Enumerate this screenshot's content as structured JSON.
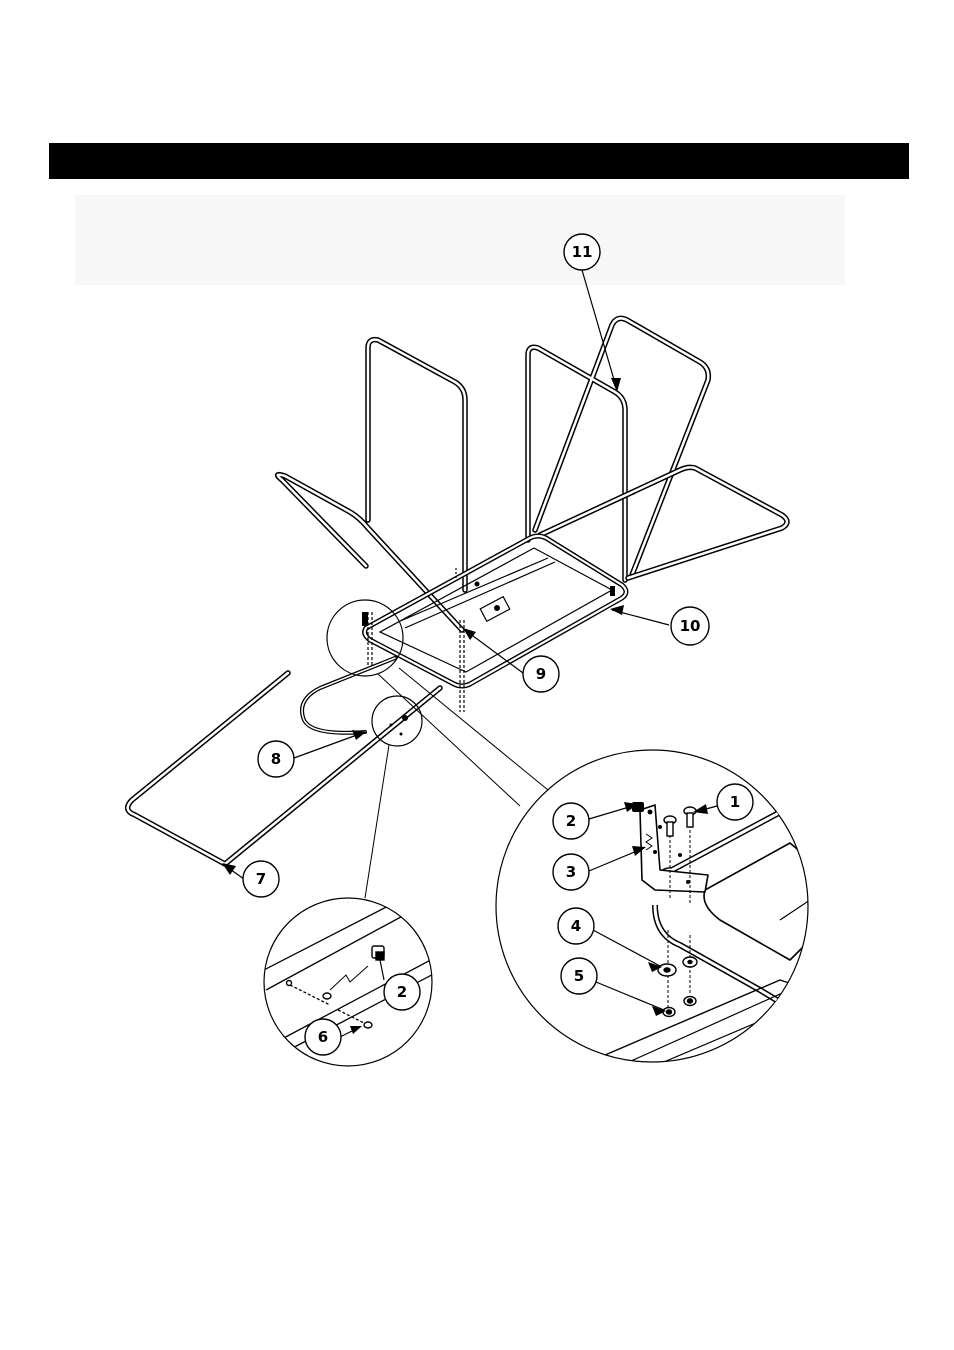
{
  "callouts": [
    {
      "id": "11",
      "label": "11"
    },
    {
      "id": "10",
      "label": "10"
    },
    {
      "id": "9",
      "label": "9"
    },
    {
      "id": "8",
      "label": "8"
    },
    {
      "id": "7",
      "label": "7"
    },
    {
      "id": "2a",
      "label": "2"
    },
    {
      "id": "1",
      "label": "1"
    },
    {
      "id": "3",
      "label": "3"
    },
    {
      "id": "4",
      "label": "4"
    },
    {
      "id": "5",
      "label": "5"
    },
    {
      "id": "2b",
      "label": "2"
    },
    {
      "id": "6",
      "label": "6"
    }
  ]
}
